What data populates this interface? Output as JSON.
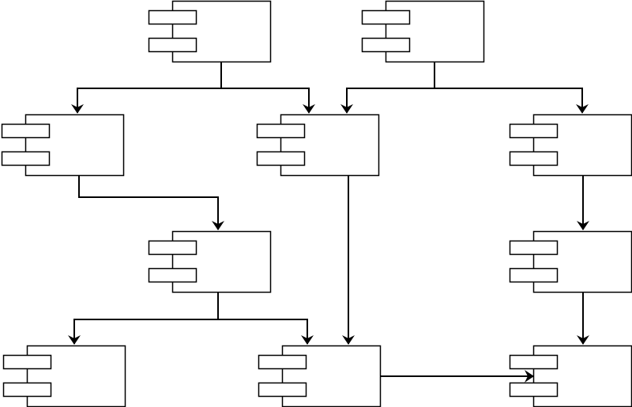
{
  "diagram": {
    "type": "uml-component-diagram",
    "style": {
      "line_color": "#000000",
      "fill_color": "#ffffff",
      "background": "#ffffff"
    },
    "components": [
      {
        "id": "c1",
        "label": ""
      },
      {
        "id": "c2",
        "label": ""
      },
      {
        "id": "c3",
        "label": ""
      },
      {
        "id": "c4",
        "label": ""
      },
      {
        "id": "c5",
        "label": ""
      },
      {
        "id": "c6",
        "label": ""
      },
      {
        "id": "c7",
        "label": ""
      },
      {
        "id": "c8",
        "label": ""
      },
      {
        "id": "c9",
        "label": ""
      },
      {
        "id": "c10",
        "label": ""
      }
    ],
    "connectors": [
      {
        "from": "c1",
        "to": "c3"
      },
      {
        "from": "c1",
        "to": "c4"
      },
      {
        "from": "c2",
        "to": "c4"
      },
      {
        "from": "c2",
        "to": "c5"
      },
      {
        "from": "c3",
        "to": "c6"
      },
      {
        "from": "c5",
        "to": "c7"
      },
      {
        "from": "c6",
        "to": "c8"
      },
      {
        "from": "c6",
        "to": "c9"
      },
      {
        "from": "c4",
        "to": "c9"
      },
      {
        "from": "c7",
        "to": "c10"
      },
      {
        "from": "c9",
        "to": "c10"
      }
    ]
  }
}
